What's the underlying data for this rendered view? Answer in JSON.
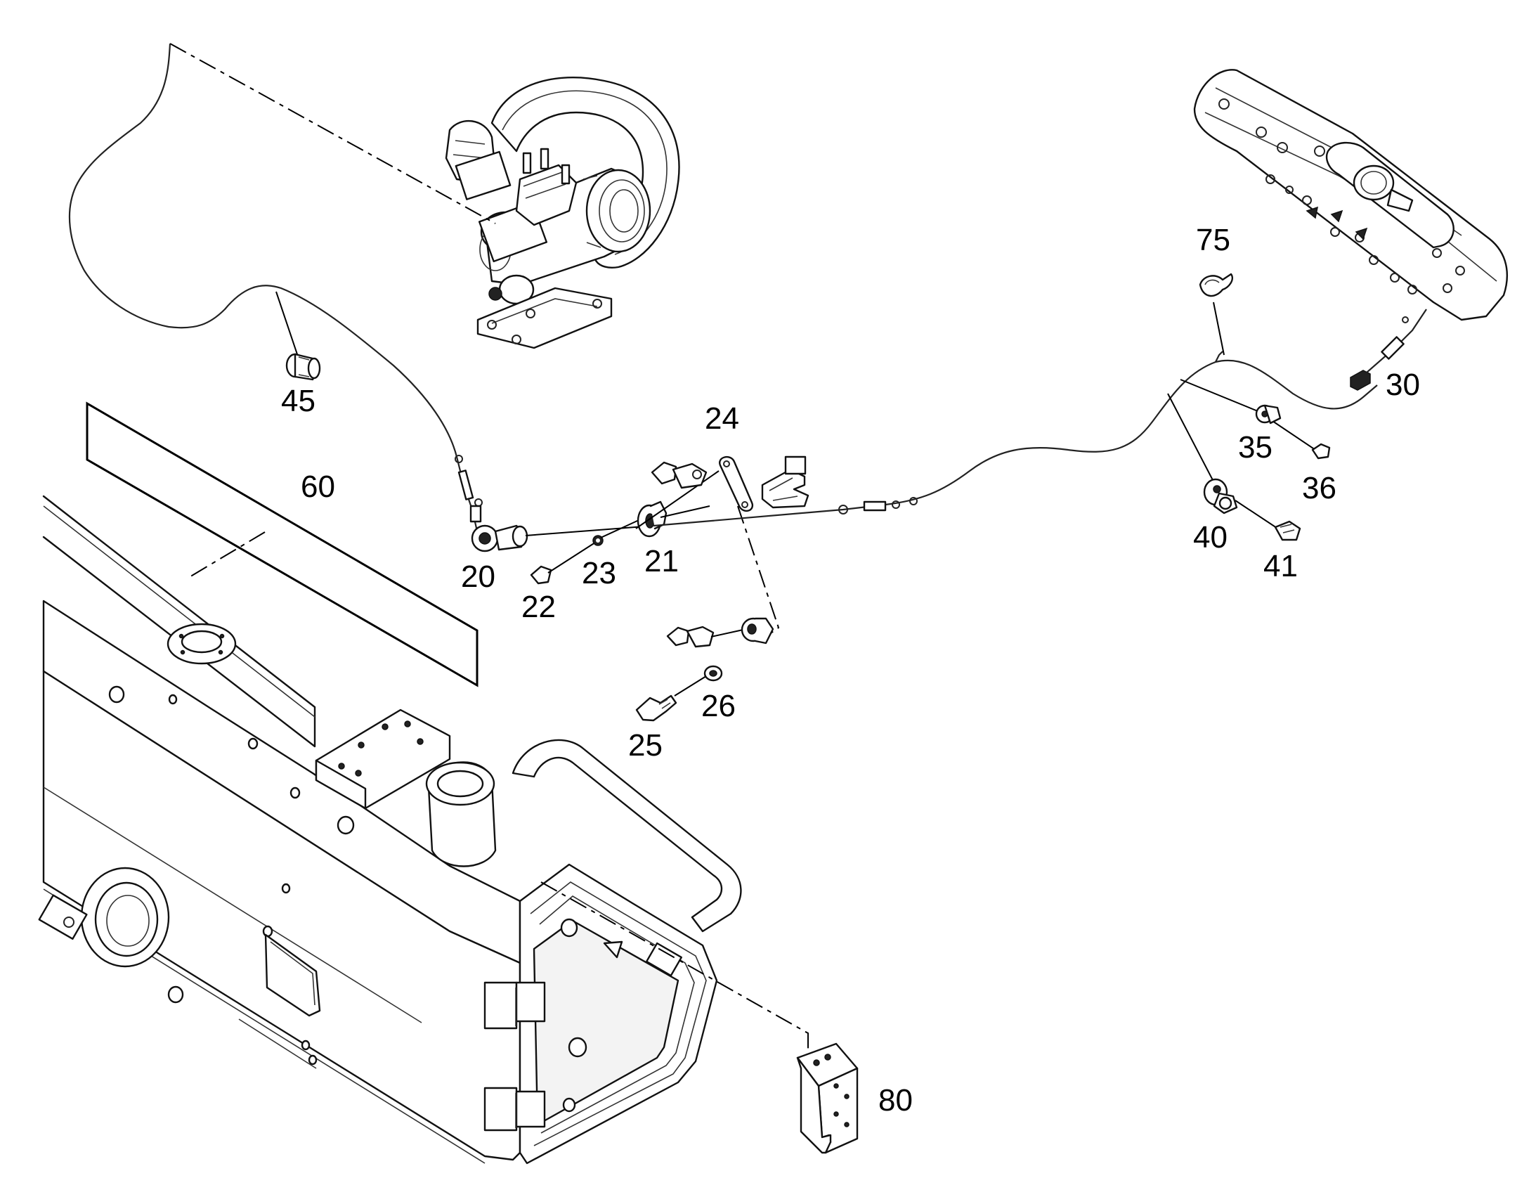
{
  "callouts": {
    "c20": "20",
    "c21": "21",
    "c22": "22",
    "c23": "23",
    "c24": "24",
    "c25": "25",
    "c26": "26",
    "c30": "30",
    "c35": "35",
    "c36": "36",
    "c40": "40",
    "c41": "41",
    "c45": "45",
    "c60": "60",
    "c75": "75",
    "c80": "80"
  }
}
